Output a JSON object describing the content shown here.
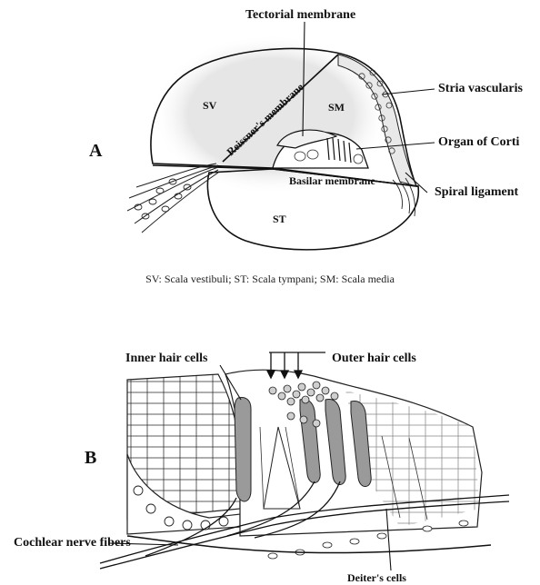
{
  "panel_a": {
    "letter": "A",
    "labels": {
      "tectorial": "Tectorial membrane",
      "sv": "SV",
      "sm": "SM",
      "st": "ST",
      "reissner": "Reissner's membrane",
      "stria": "Stria vascularis",
      "corti": "Organ of Corti",
      "basilar": "Basilar membrane",
      "spiral": "Spiral ligament"
    },
    "caption": "SV: Scala vestibuli; ST: Scala tympani; SM: Scala media"
  },
  "panel_b": {
    "letter": "B",
    "labels": {
      "inner": "Inner hair cells",
      "outer": "Outer hair cells",
      "cochlear": "Cochlear nerve fibers",
      "deiter": "Deiter's cells"
    }
  },
  "colors": {
    "ink": "#111111",
    "shade": "#d8d8d8",
    "hair_cell": "#9a9a9a"
  }
}
